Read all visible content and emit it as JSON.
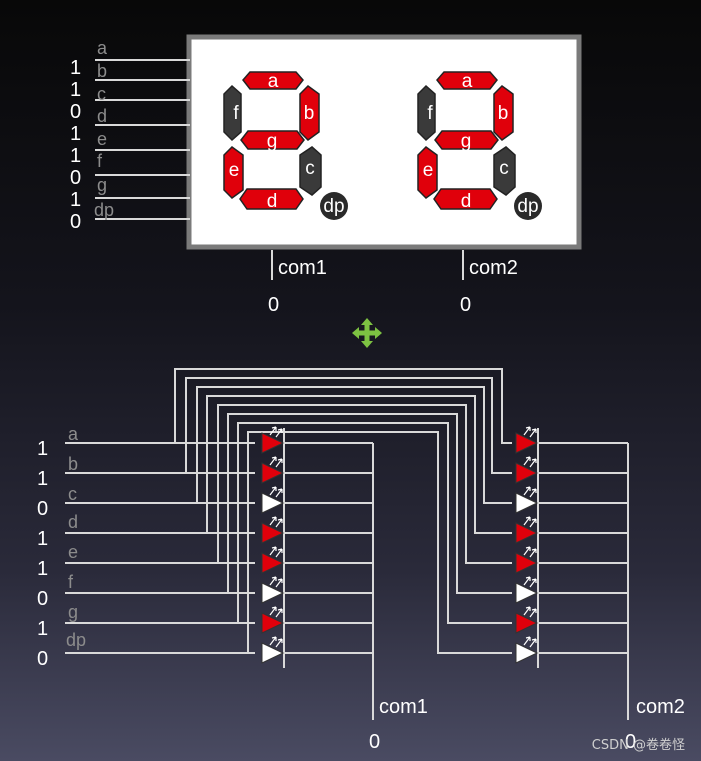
{
  "top": {
    "pins": [
      {
        "name": "a",
        "value": "1"
      },
      {
        "name": "b",
        "value": "1"
      },
      {
        "name": "c",
        "value": "0"
      },
      {
        "name": "d",
        "value": "1"
      },
      {
        "name": "e",
        "value": "1"
      },
      {
        "name": "f",
        "value": "0"
      },
      {
        "name": "g",
        "value": "1"
      },
      {
        "name": "dp",
        "value": "0"
      }
    ],
    "digits": [
      {
        "segments": {
          "a": "a",
          "b": "b",
          "c": "c",
          "d": "d",
          "e": "e",
          "f": "f",
          "g": "g",
          "dp": "dp"
        }
      },
      {
        "segments": {
          "a": "a",
          "b": "b",
          "c": "c",
          "d": "d",
          "e": "e",
          "f": "f",
          "g": "g",
          "dp": "dp"
        }
      }
    ],
    "commons": [
      {
        "label": "com1",
        "value": "0"
      },
      {
        "label": "com2",
        "value": "0"
      }
    ]
  },
  "bottom": {
    "pins": [
      {
        "name": "a",
        "value": "1"
      },
      {
        "name": "b",
        "value": "1"
      },
      {
        "name": "c",
        "value": "0"
      },
      {
        "name": "d",
        "value": "1"
      },
      {
        "name": "e",
        "value": "1"
      },
      {
        "name": "f",
        "value": "0"
      },
      {
        "name": "g",
        "value": "1"
      },
      {
        "name": "dp",
        "value": "0"
      }
    ],
    "commons": [
      {
        "label": "com1",
        "value": "0"
      },
      {
        "label": "com2",
        "value": "0"
      }
    ]
  },
  "colors": {
    "on": "#e0000b",
    "off": "#3a3a3a",
    "wire": "#d9d9d9",
    "move_icon": "#7dc242"
  },
  "watermark": "CSDN @卷卷怪"
}
